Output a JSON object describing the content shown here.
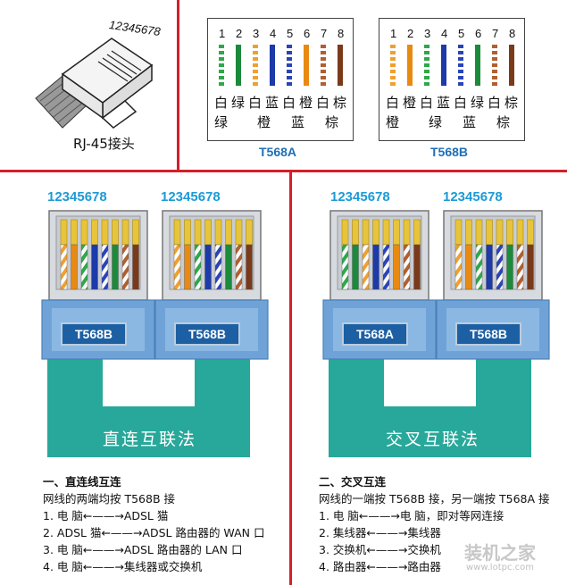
{
  "rj45": {
    "digits": "12345678",
    "label": "RJ-45接头"
  },
  "standards": [
    {
      "title": "T568A",
      "numbers": [
        "1",
        "2",
        "3",
        "4",
        "5",
        "6",
        "7",
        "8"
      ],
      "top_row": [
        "白",
        "绿",
        "白",
        "蓝",
        "白",
        "橙",
        "白",
        "棕"
      ],
      "bottom_row": [
        "绿",
        "",
        "橙",
        "",
        "蓝",
        "",
        "棕",
        ""
      ],
      "wire_colors": [
        "#2ea84a",
        "#1c8a3b",
        "#f0a030",
        "#1c3aa8",
        "#2a44b8",
        "#e88a12",
        "#b06030",
        "#7a3a1a"
      ],
      "striped": [
        true,
        false,
        true,
        false,
        true,
        false,
        true,
        false
      ]
    },
    {
      "title": "T568B",
      "numbers": [
        "1",
        "2",
        "3",
        "4",
        "5",
        "6",
        "7",
        "8"
      ],
      "top_row": [
        "白",
        "橙",
        "白",
        "蓝",
        "白",
        "绿",
        "白",
        "棕"
      ],
      "bottom_row": [
        "橙",
        "",
        "绿",
        "",
        "蓝",
        "",
        "棕",
        ""
      ],
      "wire_colors": [
        "#f0a030",
        "#e88a12",
        "#2ea84a",
        "#1c3aa8",
        "#2a44b8",
        "#1c8a3b",
        "#b06030",
        "#7a3a1a"
      ],
      "striped": [
        true,
        false,
        true,
        false,
        true,
        false,
        true,
        false
      ]
    }
  ],
  "straight": {
    "pins": "12345678",
    "plug_left": "T568B",
    "plug_right": "T568B",
    "cable_label": "直连互联法",
    "heading": "一、直连线互连",
    "rule": "网线的两端均按 T568B 接",
    "items": [
      "1.  电   脑←——→ADSL 猫",
      "2.  ADSL 猫←——→ADSL 路由器的 WAN 口",
      "3.  电   脑←——→ADSL 路由器的 LAN 口",
      "4.  电   脑←——→集线器或交换机"
    ]
  },
  "crossover": {
    "pins": "12345678",
    "plug_left": "T568A",
    "plug_right": "T568B",
    "cable_label": "交叉互联法",
    "heading": "二、交叉互连",
    "rule": "网线的一端按 T568B 接，另一端按 T568A 接",
    "items": [
      "1.  电   脑←——→电   脑，即对等网连接",
      "2.  集线器←——→集线器",
      "3.  交换机←——→交换机",
      "4.  路由器←——→路由器"
    ]
  },
  "watermark": {
    "site": "装机之家",
    "url": "www.lotpc.com"
  },
  "colors": {
    "divider": "#d3202a",
    "plug_blue": "#1d5fa3",
    "cable_teal": "#27a89a",
    "pin_numbers": "#1c9ad6"
  }
}
